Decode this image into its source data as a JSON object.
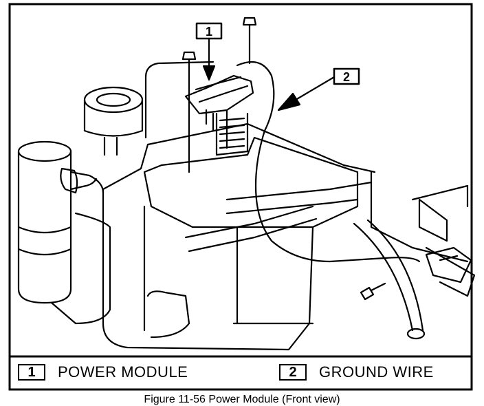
{
  "callouts": [
    {
      "number": "1",
      "label": "POWER MODULE"
    },
    {
      "number": "2",
      "label": "GROUND WIRE"
    }
  ],
  "caption": "Figure 11-56 Power Module (Front view)",
  "colors": {
    "ink": "#000000",
    "paper": "#ffffff"
  }
}
